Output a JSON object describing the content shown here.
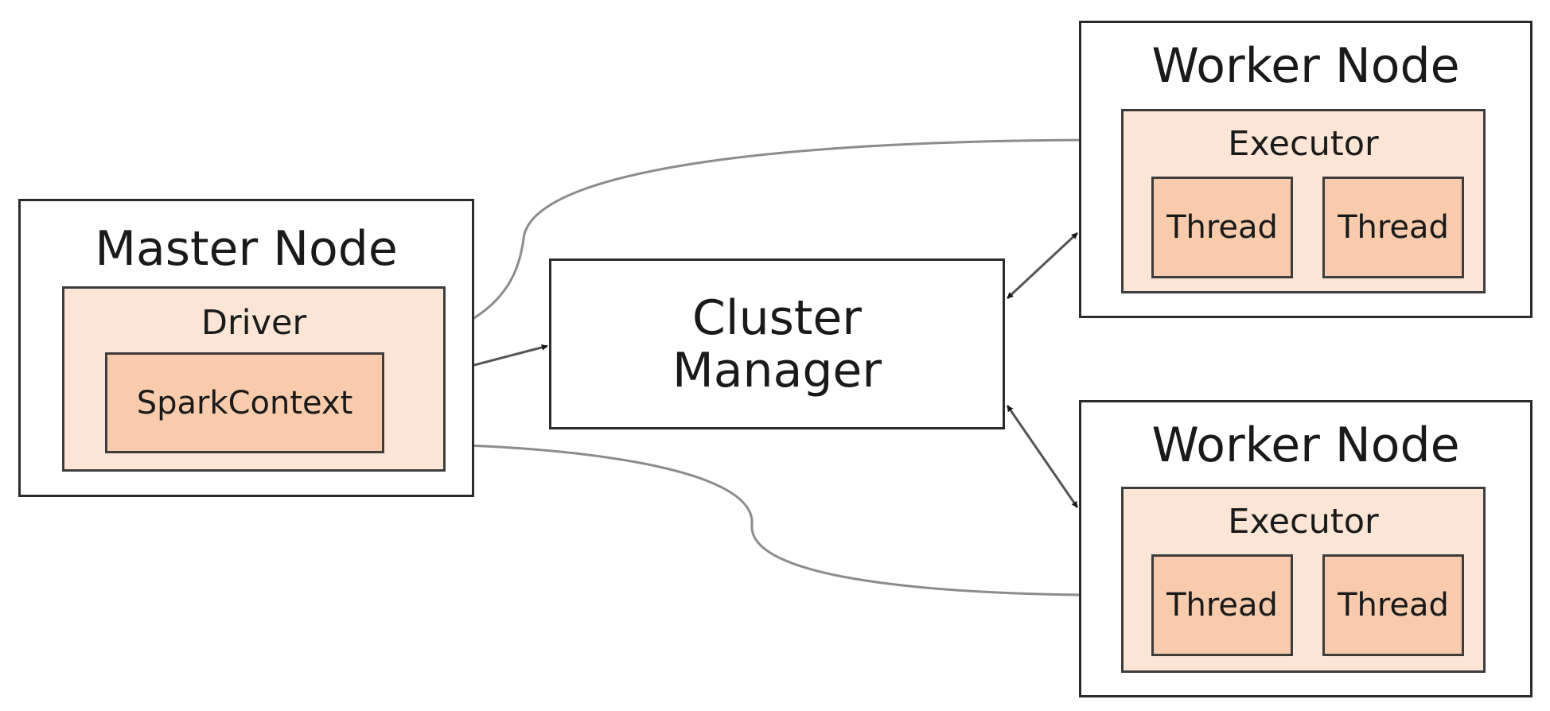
{
  "master_node": {
    "title": "Master Node",
    "driver": {
      "title": "Driver",
      "context": "SparkContext"
    }
  },
  "cluster_manager": {
    "line1": "Cluster",
    "line2": "Manager"
  },
  "worker_nodes": [
    {
      "title": "Worker Node",
      "executor": {
        "title": "Executor",
        "threads": [
          "Thread",
          "Thread"
        ]
      }
    },
    {
      "title": "Worker Node",
      "executor": {
        "title": "Executor",
        "threads": [
          "Thread",
          "Thread"
        ]
      }
    }
  ],
  "colors": {
    "outer_fill": "#ffffff",
    "inner_fill": "#fbe5d6",
    "leaf_fill": "#f8cbad",
    "border": "#2b2b2b",
    "connector": "#8c8c8c"
  }
}
